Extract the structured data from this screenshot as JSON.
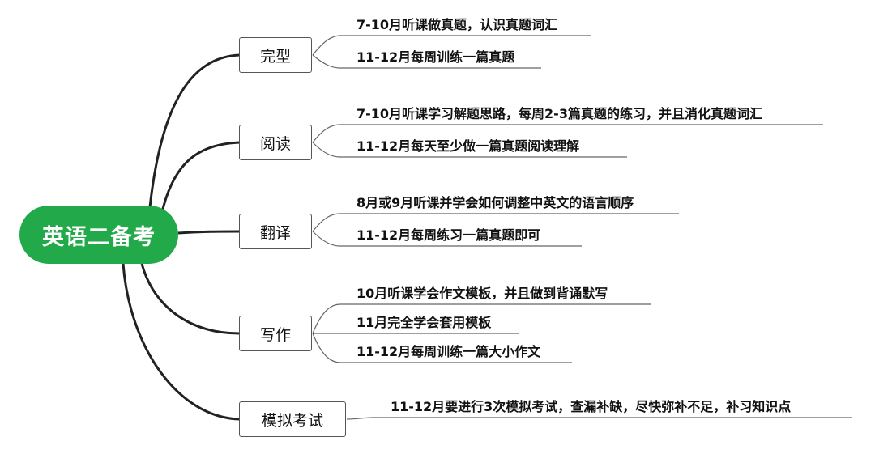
{
  "root": {
    "label": "英语二备考"
  },
  "branches": [
    {
      "label": "完型",
      "items": [
        "7-10月听课做真题，认识真题词汇",
        "11-12月每周训练一篇真题"
      ]
    },
    {
      "label": "阅读",
      "items": [
        "7-10月听课学习解题思路，每周2-3篇真题的练习，并且消化真题词汇",
        "11-12月每天至少做一篇真题阅读理解"
      ]
    },
    {
      "label": "翻译",
      "items": [
        "8月或9月听课并学会如何调整中英文的语言顺序",
        "11-12月每周练习一篇真题即可"
      ]
    },
    {
      "label": "写作",
      "items": [
        "10月听课学会作文模板，并且做到背诵默写",
        "11月完全学会套用模板",
        "11-12月每周训练一篇大小作文"
      ]
    },
    {
      "label": "模拟考试",
      "items": [
        "11-12月要进行3次模拟考试，查漏补缺，尽快弥补不足，补习知识点"
      ]
    }
  ],
  "colors": {
    "root_fill": "#21a94a",
    "root_text": "#ffffff",
    "connector": "#222222",
    "leaf_connector": "#666666"
  }
}
